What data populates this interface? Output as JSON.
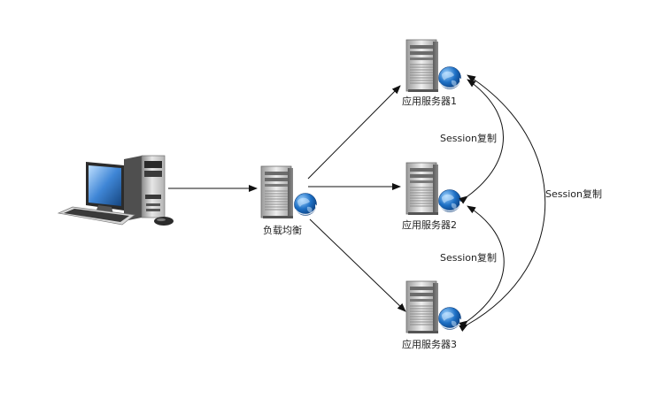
{
  "nodes": {
    "load_balancer": "负载均衡",
    "server_1": "应用服务器1",
    "server_2": "应用服务器2",
    "server_3": "应用服务器3"
  },
  "edges": {
    "session_copy_12": "Session复制",
    "session_copy_23": "Session复制",
    "session_copy_13": "Session复制"
  }
}
